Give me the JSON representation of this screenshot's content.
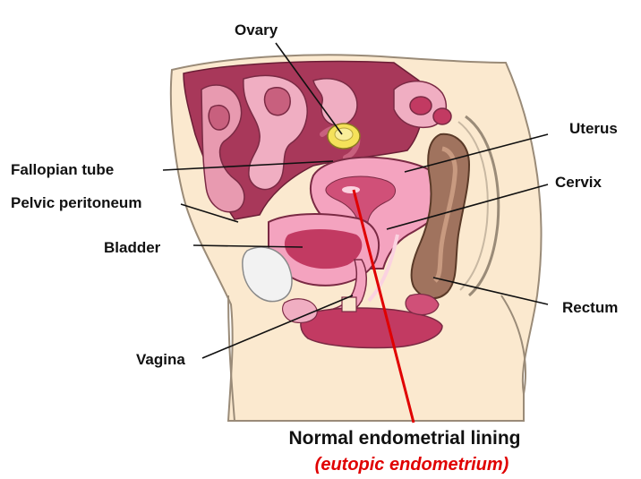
{
  "labels": {
    "ovary": "Ovary",
    "uterus": "Uterus",
    "fallopian_tube": "Fallopian tube",
    "cervix": "Cervix",
    "pelvic_peritoneum": "Pelvic peritoneum",
    "bladder": "Bladder",
    "rectum": "Rectum",
    "vagina": "Vagina"
  },
  "caption": {
    "main": "Normal endometrial lining",
    "sub": "(eutopic endometrium)"
  },
  "colors": {
    "skin": "#fbe9cf",
    "skin_outline": "#9a8b78",
    "cavity": "#a8385a",
    "intestine": "#e89ab0",
    "intestine_dark": "#c8607e",
    "uterus_pink": "#f4a3bf",
    "uterus_light": "#fbd2e0",
    "endometrium": "#d05078",
    "rectum_brown": "#a0735e",
    "bladder_white": "#f2f2f2",
    "ovary_yellow": "#f5e25a",
    "callout_red": "#e00000"
  }
}
